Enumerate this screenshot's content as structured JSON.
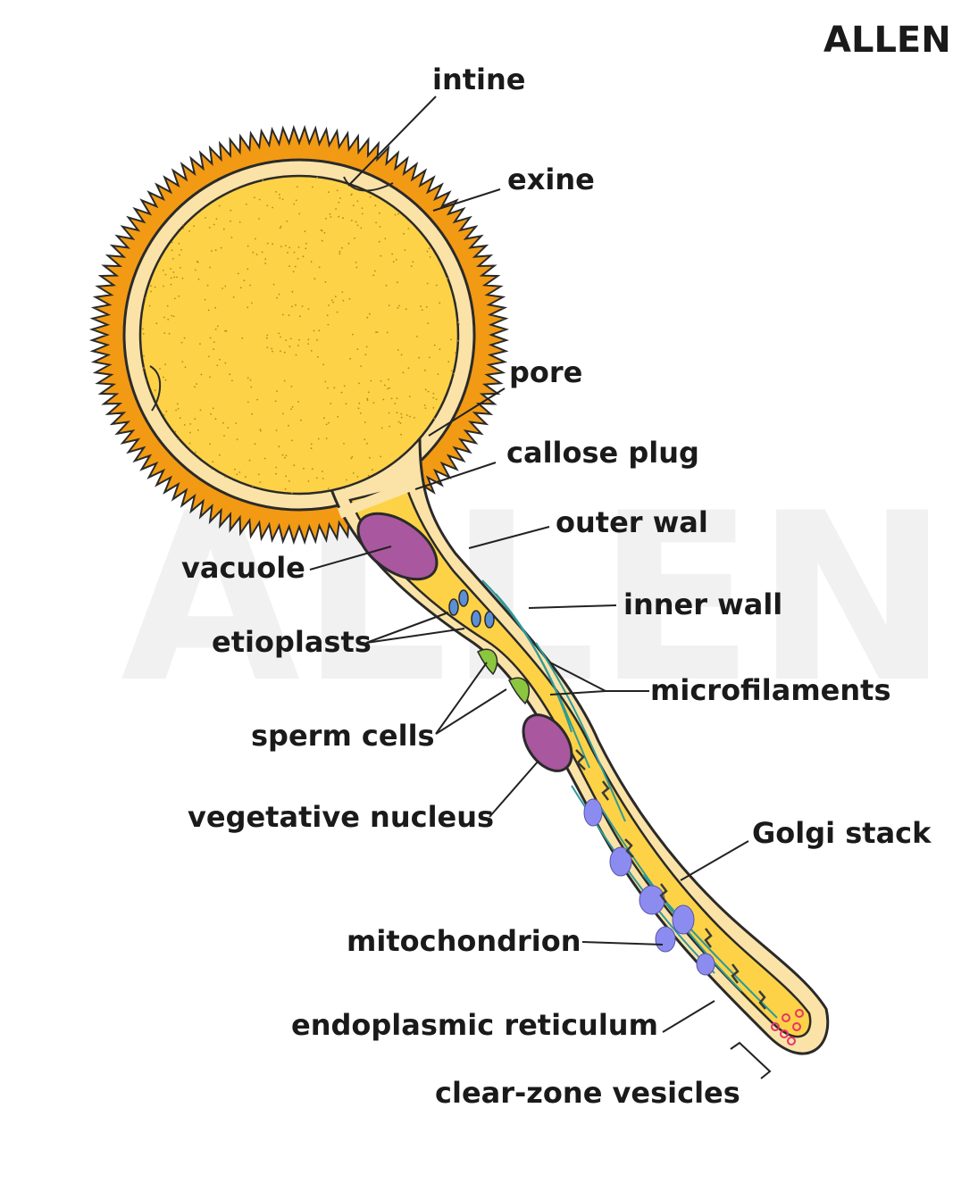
{
  "brand": {
    "logo_text": "ALLEN",
    "watermark_text": "ALLEN"
  },
  "labels": {
    "intine": "intine",
    "exine": "exine",
    "pore": "pore",
    "callose_plug": "callose plug",
    "outer_wall": "outer wal",
    "vacuole": "vacuole",
    "inner_wall": "inner wall",
    "etioplasts": "etioplasts",
    "microfilaments": "microfilaments",
    "sperm_cells": "sperm cells",
    "vegetative_nucleus": "vegetative nucleus",
    "golgi_stack": "Golgi stack",
    "mitochondrion": "mitochondrion",
    "endoplasmic_reticulum": "endoplasmic reticulum",
    "clear_zone_vesicles": "clear-zone vesicles"
  },
  "colors": {
    "exine": "#F29A14",
    "intine": "#FBE3A8",
    "cytoplasm": "#FDD247",
    "vacuole": "#A9579E",
    "etioplast": "#5B8FD6",
    "sperm": "#8BC63F",
    "mitochondrion": "#8C8CF0",
    "vesicle": "#E8336B",
    "microfilament": "#2E9A9A",
    "er": "#3a3a3a"
  }
}
